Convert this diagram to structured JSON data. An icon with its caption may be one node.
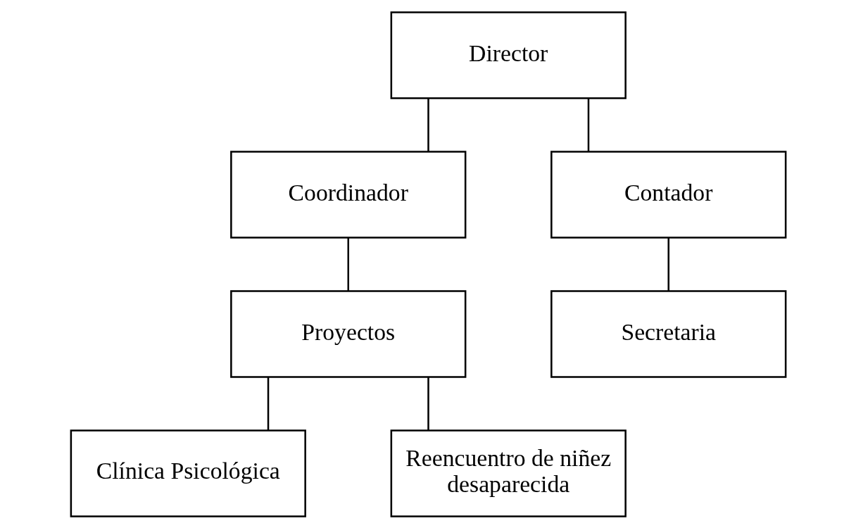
{
  "diagram": {
    "nodes": [
      {
        "text": [
          "Director"
        ]
      },
      {
        "text": [
          "Coordinador"
        ]
      },
      {
        "text": [
          "Contador"
        ]
      },
      {
        "text": [
          "Proyectos"
        ]
      },
      {
        "text": [
          "Secretaria"
        ]
      },
      {
        "text": [
          "Clínica Psicológica"
        ]
      },
      {
        "text": [
          "Reencuentro de niñez desaparecida"
        ]
      }
    ],
    "edges": [
      {
        "from": 0,
        "to": 1,
        "arrow": "none"
      },
      {
        "from": 0,
        "to": 2,
        "arrow": "none"
      },
      {
        "from": 1,
        "to": 3,
        "arrow": "none"
      },
      {
        "from": 2,
        "to": 4,
        "arrow": "none"
      },
      {
        "from": 3,
        "to": 5,
        "arrow": "none"
      },
      {
        "from": 3,
        "to": 6,
        "arrow": "none"
      }
    ]
  }
}
